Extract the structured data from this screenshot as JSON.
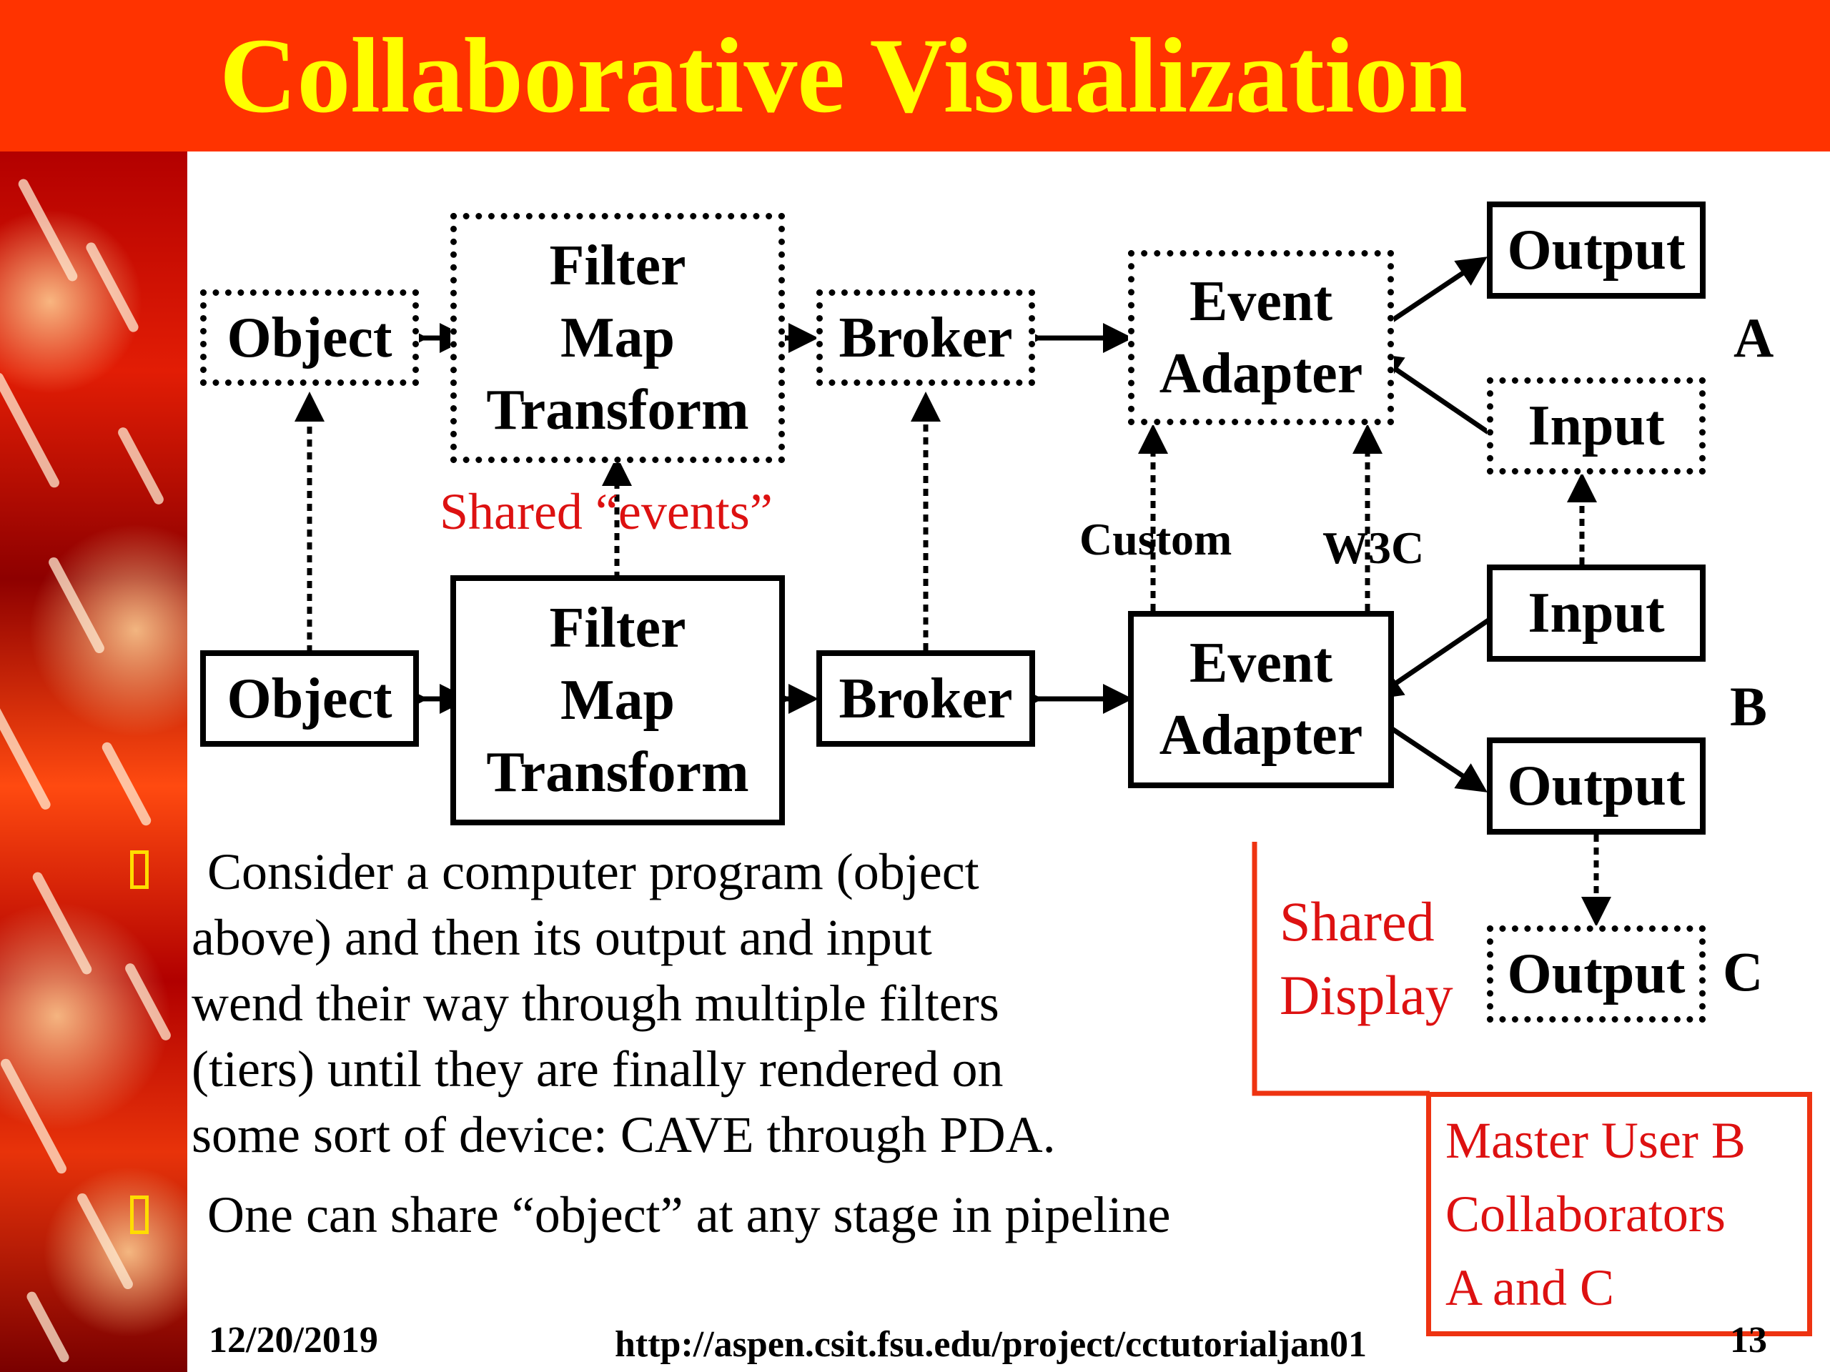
{
  "slide": {
    "title": "Collaborative Visualization",
    "colors": {
      "title_bar": "#ff3300",
      "title_text": "#ffff00",
      "accent_red": "#dd1111"
    }
  },
  "diagram": {
    "top_row": {
      "object": "Object",
      "filter": [
        "Filter",
        "Map",
        "Transform"
      ],
      "broker": "Broker",
      "event_adapter": [
        "Event",
        "Adapter"
      ],
      "output": "Output",
      "input": "Input",
      "user": "A"
    },
    "bottom_row": {
      "object": "Object",
      "filter": [
        "Filter",
        "Map",
        "Transform"
      ],
      "broker": "Broker",
      "event_adapter": [
        "Event",
        "Adapter"
      ],
      "input": "Input",
      "output": "Output",
      "user": "B"
    },
    "shared_events": "Shared “events”",
    "custom": "Custom",
    "w3c": "W3C",
    "shared_display": [
      "Shared",
      "Display"
    ],
    "output_c": "Output",
    "user_c": "C"
  },
  "bullets": [
    {
      "icon": "bullet-box-icon",
      "lines": [
        " Consider a computer program (object",
        "above) and then its output and input",
        "wend their way through multiple filters",
        "(tiers) until they are finally rendered on",
        "some sort of device: CAVE through PDA."
      ]
    },
    {
      "icon": "bullet-box-icon",
      "lines": [
        " One can share “object” at any stage in pipeline"
      ]
    }
  ],
  "master_note": [
    "Master User B",
    "Collaborators",
    "A and C"
  ],
  "footer": {
    "date": "12/20/2019",
    "url": "http://aspen.csit.fsu.edu/project/cctutorialjan01",
    "page": "13"
  }
}
